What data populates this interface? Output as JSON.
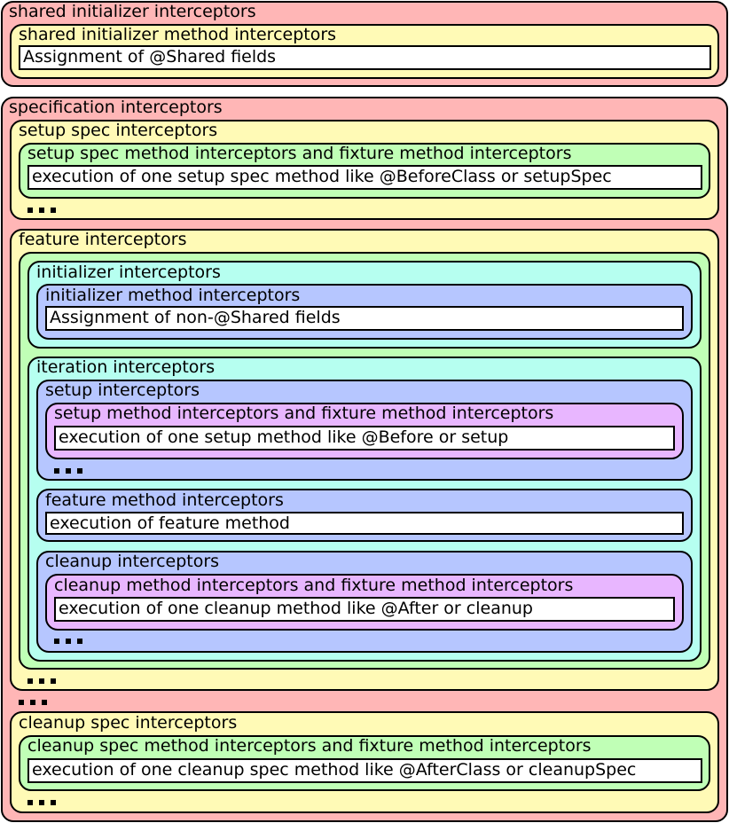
{
  "title": "Spock interceptor nesting",
  "colors": {
    "level1": "#ffb6b6",
    "level2": "#fffab6",
    "level3": "#c0ffb6",
    "level4": "#b6fff0",
    "level5": "#b6c6ff",
    "level6": "#e8b6ff",
    "code": "#ffffff"
  },
  "shared_initializer": {
    "label": "shared initializer interceptors",
    "method": {
      "label": "shared initializer method interceptors",
      "code": "Assignment of @Shared fields"
    }
  },
  "specification": {
    "label": "specification interceptors",
    "setup_spec": {
      "label": "setup spec interceptors",
      "method": {
        "label": "setup spec method interceptors and fixture method interceptors",
        "code": "execution of one setup spec method like @BeforeClass or setupSpec"
      },
      "more": "..."
    },
    "feature": {
      "label": "feature interceptors",
      "initializer": {
        "label": "initializer interceptors",
        "method": {
          "label": "initializer method interceptors",
          "code": "Assignment of non-@Shared fields"
        }
      },
      "iteration": {
        "label": "iteration interceptors",
        "setup": {
          "label": "setup interceptors",
          "method": {
            "label": "setup method interceptors and fixture method interceptors",
            "code": "execution of one setup method like @Before or setup"
          },
          "more": "..."
        },
        "feature_method": {
          "label": "feature method interceptors",
          "code": "execution of feature method"
        },
        "cleanup": {
          "label": "cleanup interceptors",
          "method": {
            "label": "cleanup method interceptors and fixture method interceptors",
            "code": "execution of one cleanup method like @After or cleanup"
          },
          "more": "..."
        }
      },
      "more": "..."
    },
    "more": "...",
    "cleanup_spec": {
      "label": "cleanup spec interceptors",
      "method": {
        "label": "cleanup spec method interceptors and fixture method interceptors",
        "code": "execution of one cleanup spec method like @AfterClass or cleanupSpec"
      },
      "more": "..."
    }
  }
}
